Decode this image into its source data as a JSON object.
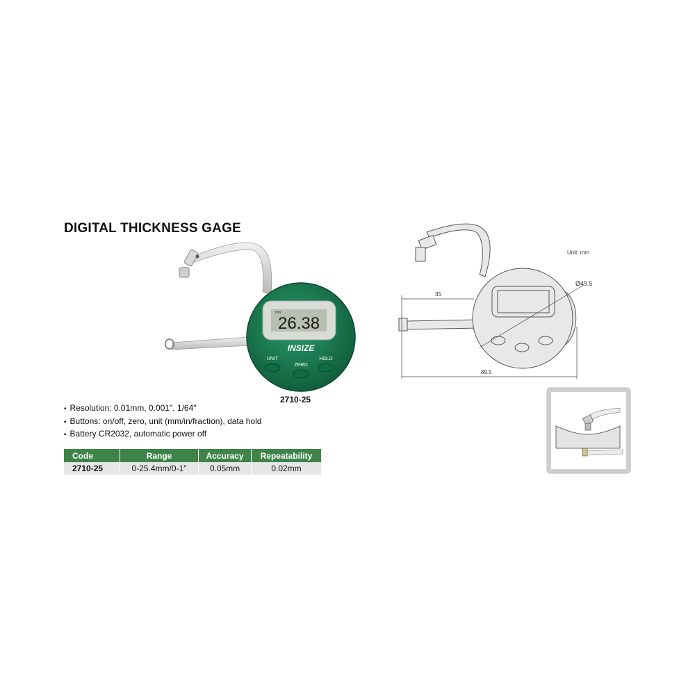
{
  "title": "DIGITAL THICKNESS GAGE",
  "product": {
    "display_reading": "26.38",
    "display_unit": "mm",
    "brand": "INSIZE",
    "buttons": {
      "unit": "UNIT",
      "zero": "ZERO",
      "hold": "HOLD"
    },
    "model": "2710-25"
  },
  "features": [
    "Resolution: 0.01mm, 0.001\", 1/64\"",
    "Buttons: on/off, zero, unit (mm/in/fraction), data hold",
    "Battery CR2032, automatic power off"
  ],
  "spec_table": {
    "headers": [
      "Code",
      "Range",
      "Accuracy",
      "Repeatability"
    ],
    "rows": [
      [
        "2710-25",
        "0-25.4mm/0-1\"",
        "0.05mm",
        "0.02mm"
      ]
    ]
  },
  "drawing": {
    "unit_label": "Unit: mm",
    "dim_reach": "35",
    "dim_diameter": "Ø49.5",
    "dim_length": "89.5"
  },
  "colors": {
    "dial_green": "#1b7a52",
    "table_header": "#3e8449",
    "table_row": "#e6e6e6"
  }
}
